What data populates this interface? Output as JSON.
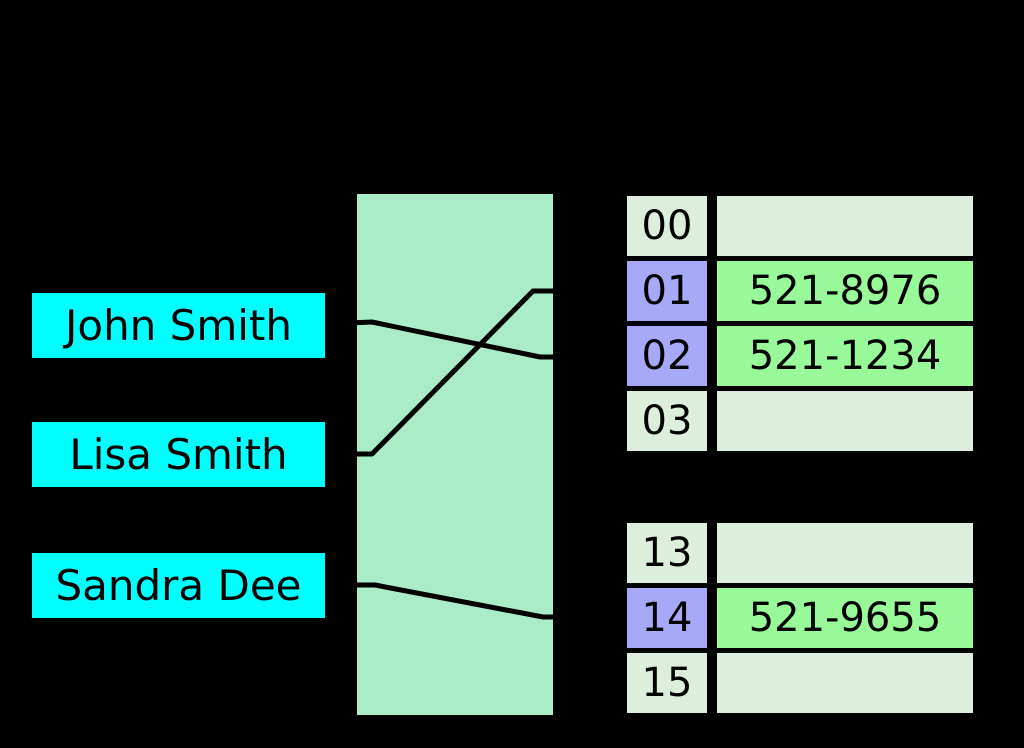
{
  "keys": [
    {
      "label": "John Smith"
    },
    {
      "label": "Lisa Smith"
    },
    {
      "label": "Sandra Dee"
    }
  ],
  "buckets": {
    "upper": [
      {
        "index": "00",
        "value": "",
        "highlighted": false
      },
      {
        "index": "01",
        "value": "521-8976",
        "highlighted": true
      },
      {
        "index": "02",
        "value": "521-1234",
        "highlighted": true
      },
      {
        "index": "03",
        "value": "",
        "highlighted": false
      }
    ],
    "lower": [
      {
        "index": "13",
        "value": "",
        "highlighted": false
      },
      {
        "index": "14",
        "value": "521-9655",
        "highlighted": true
      },
      {
        "index": "15",
        "value": "",
        "highlighted": false
      }
    ]
  },
  "connections": [
    {
      "from": "John Smith",
      "to": "02"
    },
    {
      "from": "Lisa Smith",
      "to": "01"
    },
    {
      "from": "Sandra Dee",
      "to": "14"
    }
  ],
  "colors": {
    "background": "#000000",
    "key_box": "#00ffff",
    "hash_box": "#aaecc8",
    "bucket_index": "#deeedc",
    "bucket_index_highlight": "#a8a8f8",
    "bucket_value_filled": "#99fa99",
    "bucket_value_empty": "#deeedc",
    "line": "#000000"
  }
}
